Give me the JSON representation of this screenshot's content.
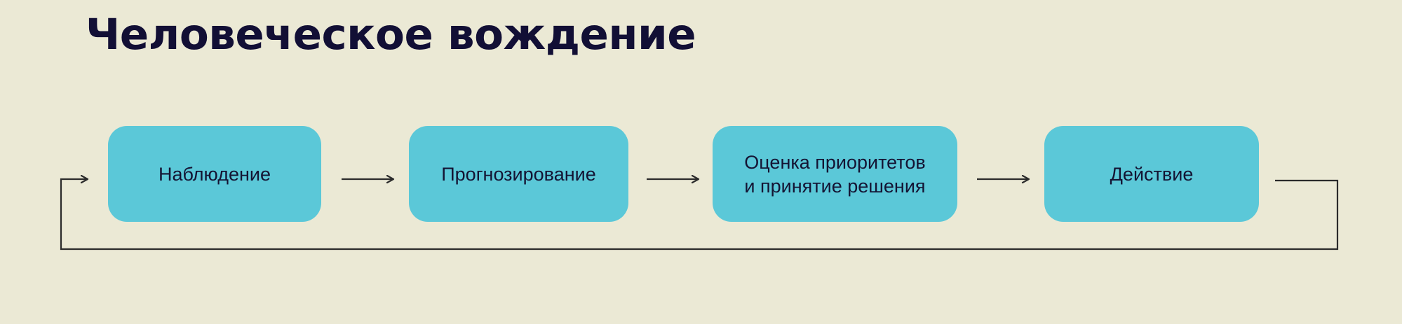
{
  "page": {
    "title": "Человеческое вождение",
    "background_color": "#ebe9d5",
    "node_color": "#5bc8d8",
    "text_color": "#141433",
    "title_color": "#120f35",
    "connector_color": "#2b2b2b"
  },
  "diagram": {
    "type": "cycle-flow",
    "nodes": [
      {
        "id": "observation",
        "label": "Наблюдение"
      },
      {
        "id": "prediction",
        "label": "Прогнозирование"
      },
      {
        "id": "evaluation",
        "label": "Оценка приоритетов\nи принятие решения"
      },
      {
        "id": "action",
        "label": "Действие"
      }
    ],
    "connectors": [
      {
        "from": "observation",
        "to": "prediction",
        "style": "arrow"
      },
      {
        "from": "prediction",
        "to": "evaluation",
        "style": "arrow"
      },
      {
        "from": "evaluation",
        "to": "action",
        "style": "arrow"
      },
      {
        "from": "action",
        "to": "observation",
        "style": "feedback-loop"
      }
    ]
  }
}
